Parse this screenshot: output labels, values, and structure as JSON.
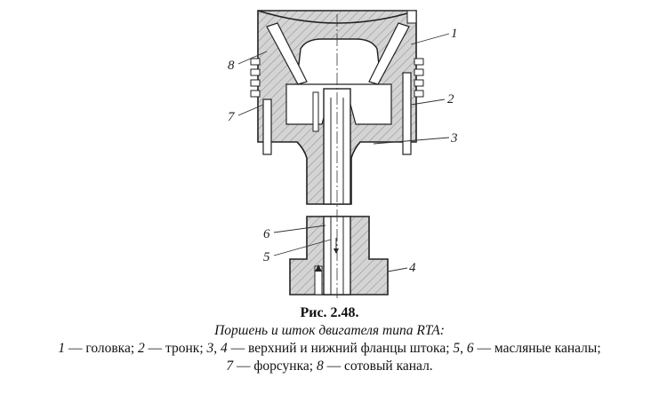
{
  "figure": {
    "callouts": [
      "1",
      "2",
      "3",
      "4",
      "5",
      "6",
      "7",
      "8"
    ]
  },
  "caption": {
    "number": "Рис. 2.48.",
    "title": "Поршень и шток двигателя типа RTA:",
    "legend_line1": [
      {
        "num": "1",
        "text": " — головка; "
      },
      {
        "num": "2",
        "text": " — тронк; "
      },
      {
        "num": "3",
        "text": ", "
      },
      {
        "num": "4",
        "text": " — верхний и нижний фланцы штока; "
      },
      {
        "num": "5",
        "text": ", "
      },
      {
        "num": "6",
        "text": " — масляные каналы;"
      }
    ],
    "legend_line2": [
      {
        "num": "7",
        "text": " — форсунка; "
      },
      {
        "num": "8",
        "text": " — сотовый канал."
      }
    ]
  }
}
